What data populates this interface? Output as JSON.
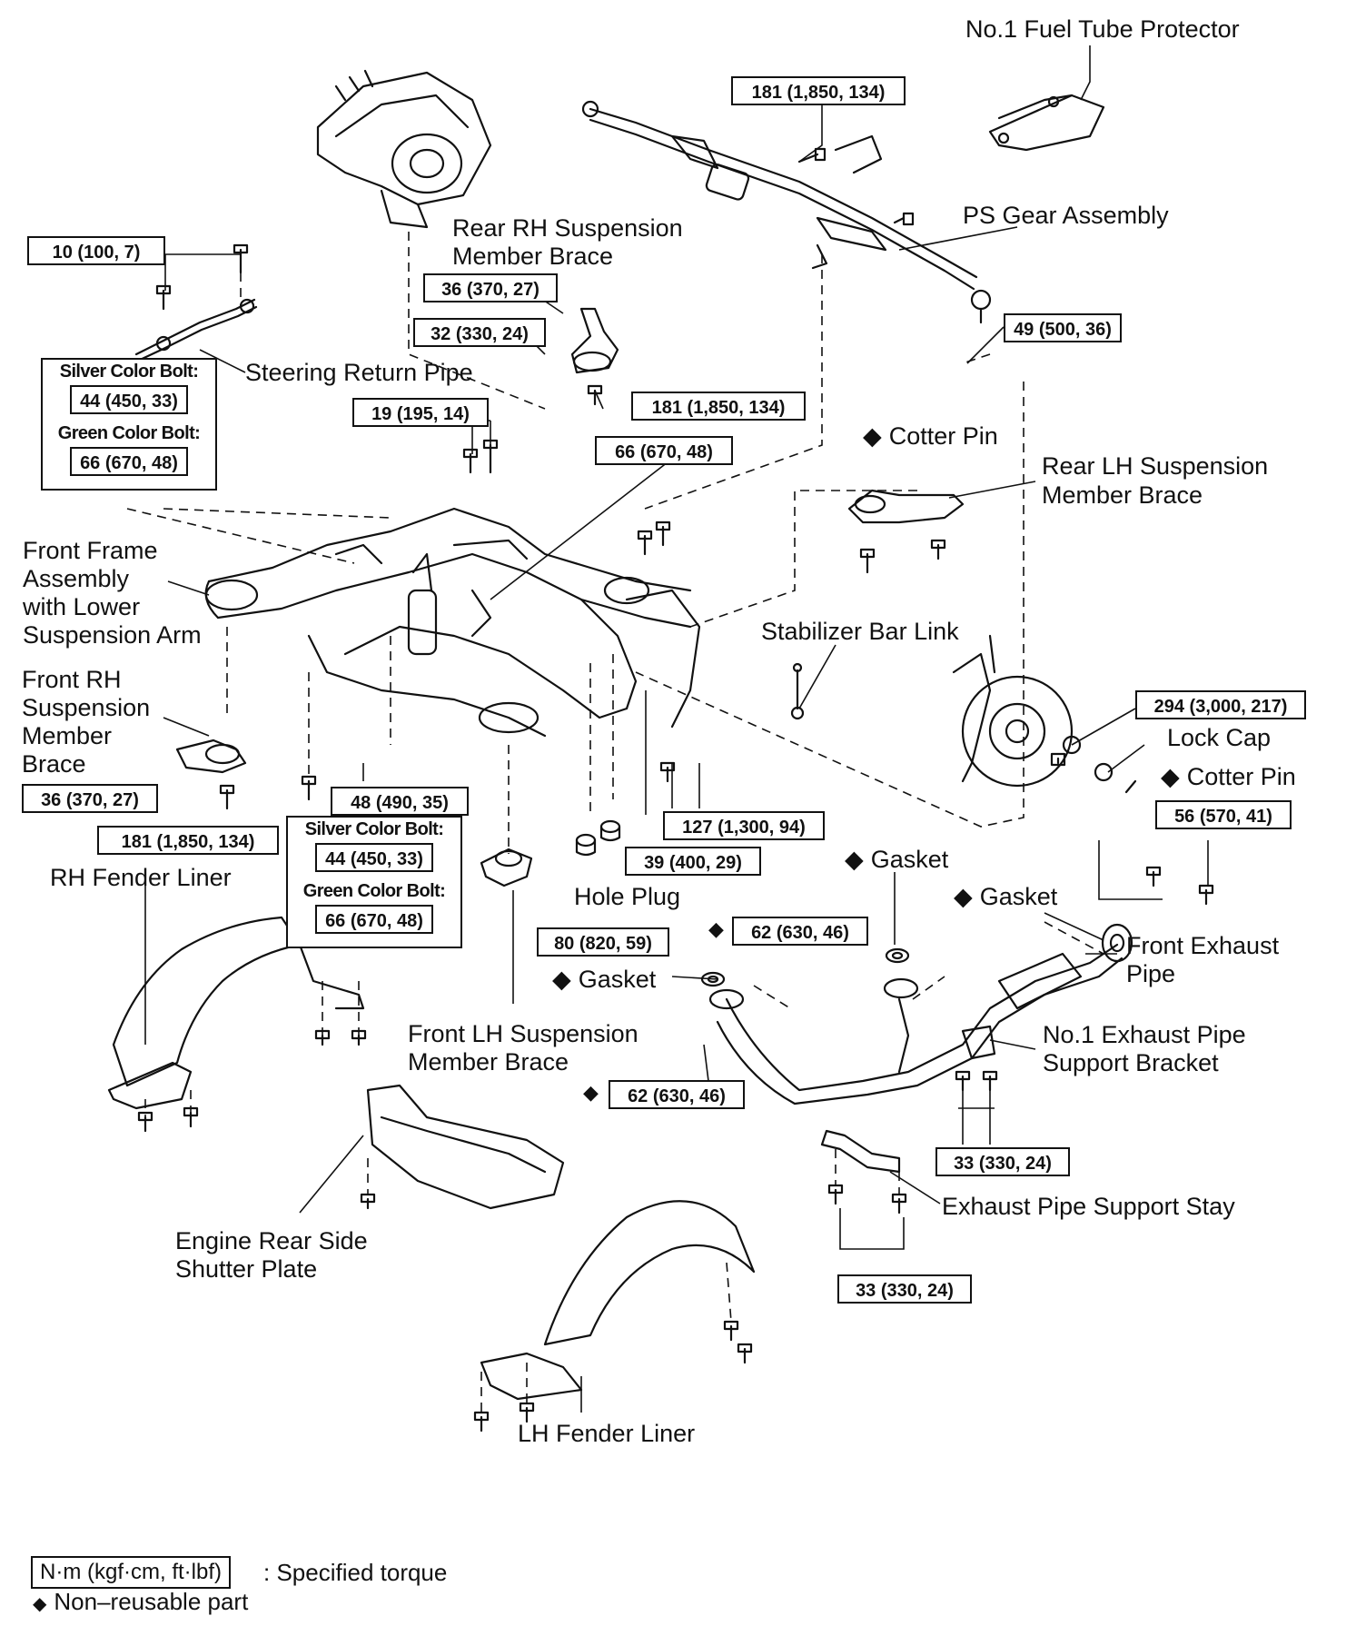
{
  "parts": {
    "fuel_tube_protector": "No.1 Fuel Tube Protector",
    "ps_gear_assembly": "PS Gear Assembly",
    "rear_rh_brace_l1": "Rear RH Suspension",
    "rear_rh_brace_l2": "Member Brace",
    "steering_return_pipe": "Steering Return Pipe",
    "cotter_pin_top": "Cotter Pin",
    "rear_lh_brace_l1": "Rear LH Suspension",
    "rear_lh_brace_l2": "Member Brace",
    "front_frame_l1": "Front Frame",
    "front_frame_l2": "Assembly",
    "front_frame_l3": "with Lower",
    "front_frame_l4": "Suspension Arm",
    "stabilizer_bar_link": "Stabilizer Bar Link",
    "front_rh_brace_l1": "Front RH",
    "front_rh_brace_l2": "Suspension",
    "front_rh_brace_l3": "Member",
    "front_rh_brace_l4": "Brace",
    "lock_cap": "Lock Cap",
    "cotter_pin_lower": "Cotter Pin",
    "rh_fender_liner": "RH Fender Liner",
    "hole_plug": "Hole Plug",
    "gasket_1": "Gasket",
    "gasket_2": "Gasket",
    "gasket_3": "Gasket",
    "front_exhaust_pipe_l1": "Front Exhaust",
    "front_exhaust_pipe_l2": "Pipe",
    "front_lh_brace_l1": "Front LH Suspension",
    "front_lh_brace_l2": "Member Brace",
    "exhaust_bracket_l1": "No.1 Exhaust Pipe",
    "exhaust_bracket_l2": "Support Bracket",
    "exhaust_stay": "Exhaust Pipe Support Stay",
    "shutter_plate_l1": "Engine Rear Side",
    "shutter_plate_l2": "Shutter Plate",
    "lh_fender_liner": "LH Fender Liner"
  },
  "torques": {
    "t_181_top": "181 (1,850, 134)",
    "t_10": "10 (100, 7)",
    "t_36_rear": "36 (370, 27)",
    "t_32": "32 (330, 24)",
    "t_181_rear": "181 (1,850, 134)",
    "t_49": "49 (500, 36)",
    "t_19": "19 (195, 14)",
    "t_66_center": "66 (670, 48)",
    "t_294": "294 (3,000, 217)",
    "t_36_front": "36 (370, 27)",
    "t_48": "48 (490, 35)",
    "t_181_front": "181 (1,850, 134)",
    "t_127": "127 (1,300, 94)",
    "t_56": "56 (570, 41)",
    "t_39": "39 (400, 29)",
    "t_80": "80 (820, 59)",
    "t_62_upper": "62 (630, 46)",
    "t_62_lower": "62 (630, 46)",
    "t_33_bracket": "33 (330, 24)",
    "t_33_stay": "33 (330, 24)"
  },
  "bolt_box_upper": {
    "silver_label": "Silver Color Bolt:",
    "silver_value": "44 (450, 33)",
    "green_label": "Green Color Bolt:",
    "green_value": "66 (670, 48)"
  },
  "bolt_box_lower": {
    "silver_label": "Silver Color Bolt:",
    "silver_value": "44 (450, 33)",
    "green_label": "Green Color Bolt:",
    "green_value": "66 (670, 48)"
  },
  "legend": {
    "unit_box": "N·m (kgf·cm, ft·lbf)",
    "unit_text": ": Specified torque",
    "nonreusable_text": "Non–reusable part"
  },
  "symbols": {
    "diamond": "◆"
  }
}
